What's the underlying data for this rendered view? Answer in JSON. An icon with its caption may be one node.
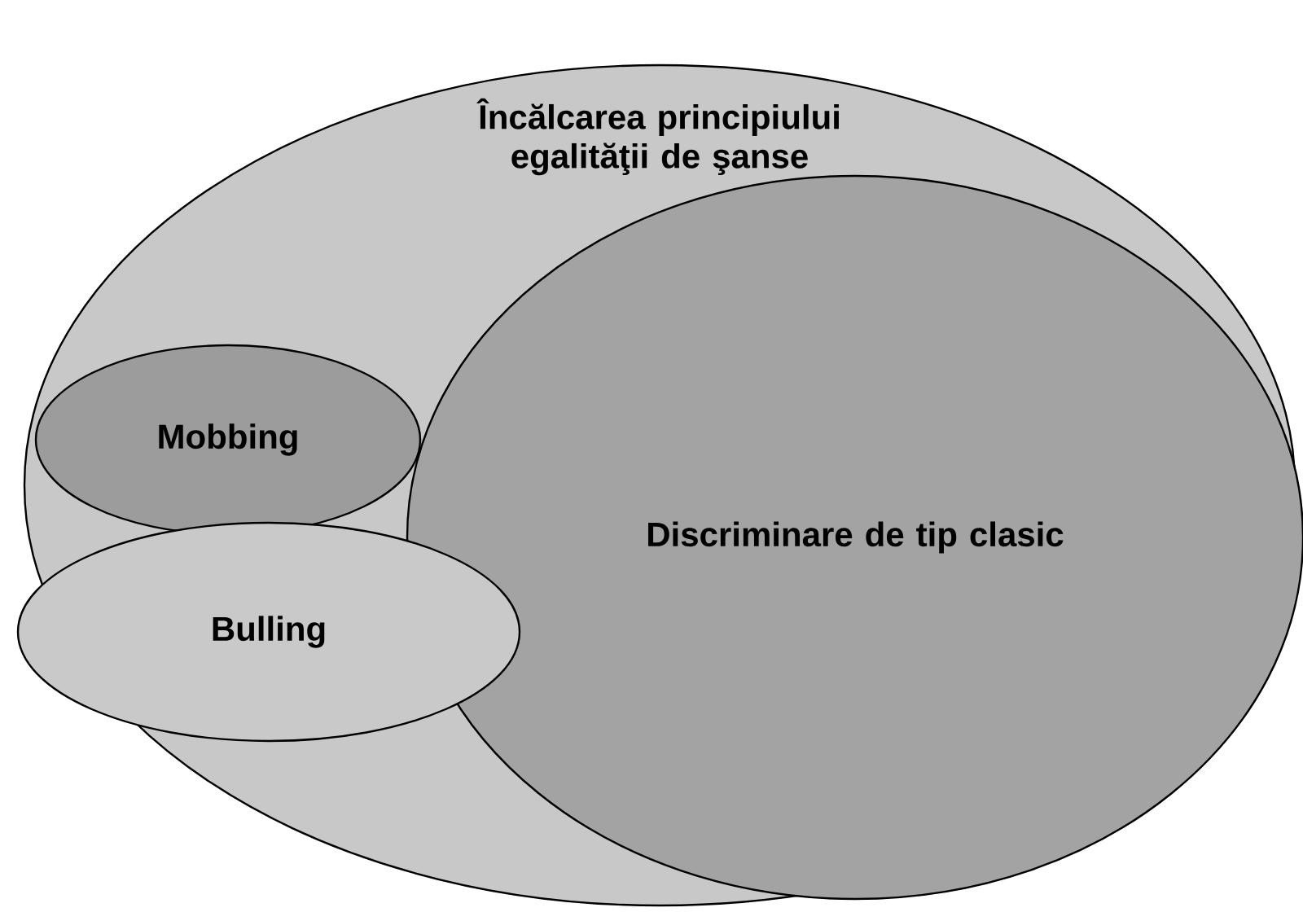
{
  "diagram": {
    "nodes": [
      {
        "text": [
          "Încălcarea principiului egalităţii de şanse"
        ]
      },
      {
        "text": [
          "Discriminare de tip clasic"
        ],
        "in": 0
      },
      {
        "text": [
          "Mobbing"
        ],
        "in": 0
      },
      {
        "text": [
          "Bulling"
        ],
        "in": 0
      }
    ]
  }
}
